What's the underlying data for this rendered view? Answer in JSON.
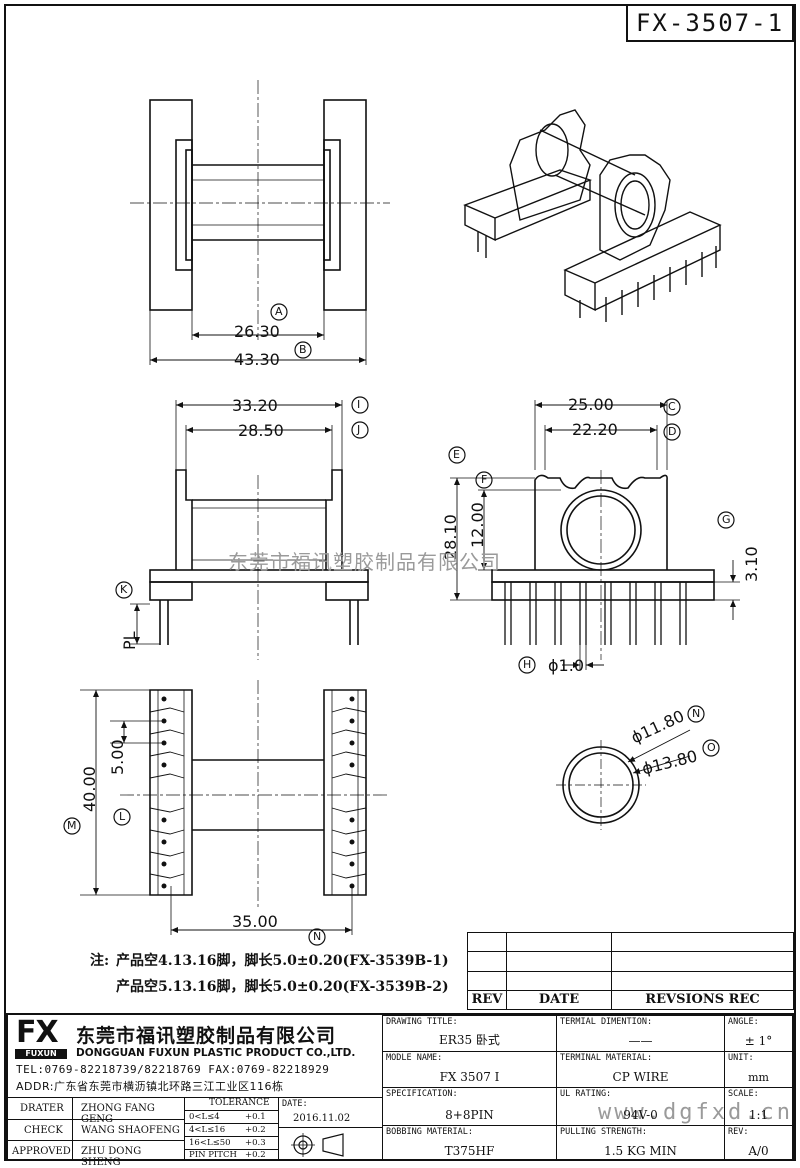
{
  "part_number": "FX-3507-1",
  "watermark": "东莞市福讯塑胶制品有限公司",
  "watermark_url": "www.dgfxd.cn",
  "dimensions": {
    "d_26_30": "26.30",
    "d_43_30": "43.30",
    "d_33_20": "33.20",
    "d_28_50": "28.50",
    "d_25_00": "25.00",
    "d_22_20": "22.20",
    "d_28_10": "28.10",
    "d_12_00": "12.00",
    "d_3_10": "3.10",
    "d_pl": "PL",
    "d_phi_1": "ϕ1.0",
    "d_40_00": "40.00",
    "d_5_00": "5.00",
    "d_35_00": "35.00",
    "d_phi_11_80": "ϕ11.80",
    "d_phi_13_80": "ϕ13.80"
  },
  "markers": {
    "a": "A",
    "b": "B",
    "c": "C",
    "d": "D",
    "e": "E",
    "f": "F",
    "g": "G",
    "h": "H",
    "i": "I",
    "j": "J",
    "k": "K",
    "l": "L",
    "m": "M",
    "n": "N",
    "o": "O"
  },
  "notes": {
    "prefix": "注:",
    "line1": "产品空4.13.16脚，脚长5.0±0.20(FX-3539B-1)",
    "line2": "产品空5.13.16脚，脚长5.0±0.20(FX-3539B-2)"
  },
  "revision_table": {
    "col_rev": "REV",
    "col_date": "DATE",
    "col_rec": "REVSIONS REC"
  },
  "title_block": {
    "logo": "FX",
    "logo_sub": "FUXUN",
    "company_cn": "东莞市福讯塑胶制品有限公司",
    "company_en": "DONGGUAN FUXUN PLASTIC PRODUCT CO.,LTD.",
    "tel": "TEL:0769-82218739/82218769 FAX:0769-82218929",
    "addr": "ADDR:广东省东莞市横沥镇北环路三江工业区116栋",
    "drater_label": "DRATER",
    "drater": "ZHONG FANG GENG",
    "check_label": "CHECK",
    "check": "WANG SHAOFENG",
    "approved_label": "APPROVED",
    "approved": "ZHU DONG SHENG",
    "tolerance_label": "TOLERANCE",
    "tol1": "0<L≤4",
    "tol1v": "+0.1",
    "tol2": "4<L≤16",
    "tol2v": "+0.2",
    "tol3": "16<L≤50",
    "tol3v": "+0.3",
    "tol4": "PIN PITCH",
    "tol4v": "+0.2",
    "date_label": "DATE:",
    "date": "2016.11.02",
    "drawing_title_label": "DRAWING TITLE:",
    "drawing_title": "ER35 卧式",
    "modle_name_label": "MODLE NAME:",
    "modle_name": "FX 3507 I",
    "specification_label": "SPECIFICATION:",
    "specification": "8+8PIN",
    "bobbing_material_label": "BOBBING MATERIAL:",
    "bobbing_material": "T375HF",
    "terminal_dimention_label": "TERMIAL DIMENTION:",
    "terminal_dimention": "——",
    "terminal_material_label": "TERMINAL MATERIAL:",
    "terminal_material": "CP WIRE",
    "ul_rating_label": "UL RATING:",
    "ul_rating": "94V-0",
    "pulling_strength_label": "PULLING STRENGTH:",
    "pulling_strength": "1.5 KG MIN",
    "angle_label": "ANGLE:",
    "angle": "± 1°",
    "unit_label": "UNIT:",
    "unit": "mm",
    "scale_label": "SCALE:",
    "scale": "1:1",
    "rev_label": "REV:",
    "rev": "A/0"
  }
}
